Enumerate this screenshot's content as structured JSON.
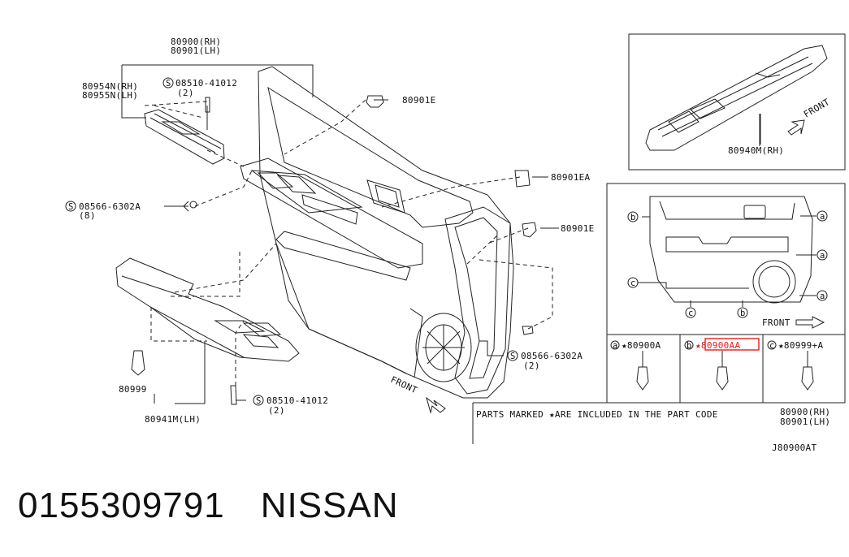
{
  "labels": {
    "p80900": "80900(RH)",
    "p80901": "80901(LH)",
    "p80954": "80954N(RH)",
    "p80955": "80955N(LH)",
    "screw1": "08510-41012",
    "screw1_qty": "(2)",
    "clip_e_top": "80901E",
    "clip_ea": "80901EA",
    "clip_e_mid": "80901E",
    "screw2": "08566-6302A",
    "screw2_qty": "(8)",
    "screw3": "08566-6302A",
    "screw3_qty": "(2)",
    "screw4": "08510-41012",
    "screw4_qty": "(2)",
    "p80999": "80999",
    "p80941": "80941M(LH)",
    "front_main": "FRONT",
    "p80940": "80940M(RH)",
    "front_inset": "FRONT",
    "front_panel": "FRONT",
    "circle_a": "a",
    "circle_b": "b",
    "circle_c": "c",
    "clip_a": "★80900A",
    "clip_b": "★80900AA",
    "clip_c": "★80999+A",
    "note": "PARTS MARKED ★ARE INCLUDED IN THE PART CODE",
    "note_rh": "80900(RH)",
    "note_lh": "80901(LH)",
    "diagram_code": "J80900AT"
  },
  "footer": {
    "part_number": "0155309791",
    "brand": "NISSAN"
  },
  "colors": {
    "highlight": "#e02020"
  }
}
